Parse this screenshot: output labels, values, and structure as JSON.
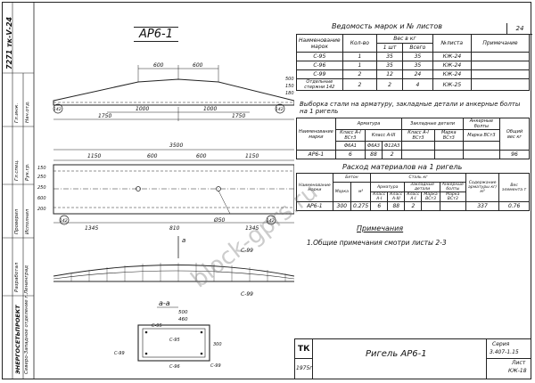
{
  "sheet": {
    "drawing_title": "АР6-1",
    "sheet_number": "24",
    "series_stamp": "7271 тк-Ⅴ-24",
    "sheet_caption": "Ригель АР6-1",
    "tk_label": "ТК",
    "year": "1975г",
    "series_label": "Серия",
    "series_value": "3.407-1.15",
    "sheet_label": "Лист",
    "sheet_value": "КЖ-18"
  },
  "elevation": {
    "dims_top": [
      "600",
      "600"
    ],
    "dims_mid": [
      "1000",
      "1000"
    ],
    "dims_bottom": [
      "1750",
      "1750"
    ],
    "side_dims": [
      "500",
      "150",
      "180"
    ],
    "markers": [
      "142",
      "142"
    ]
  },
  "plan": {
    "overall": "3500",
    "dims_a": [
      "1150",
      "600",
      "600",
      "1150"
    ],
    "dims_b": [
      "1345",
      "810",
      "1345"
    ],
    "side_dims": [
      "150",
      "250",
      "250",
      "600",
      "200"
    ],
    "hole_label": "Ø50",
    "markers": [
      "142",
      "142"
    ],
    "section_mark": "а"
  },
  "bars": {
    "labels": [
      "С-99",
      "С-99"
    ]
  },
  "section": {
    "title": "а-а",
    "width": "500",
    "inner": "460",
    "height": "300",
    "labels": [
      "С-95",
      "С-95",
      "С-96",
      "С-99",
      "С-99"
    ]
  },
  "marks_table": {
    "title": "Ведомость марок и № листов",
    "headers": [
      "Наименование марок",
      "Кол-во",
      "Вес в кг",
      "1 шт",
      "Всего",
      "№листа",
      "Примечание"
    ],
    "rows": [
      [
        "С-95",
        "1",
        "35",
        "35",
        "КЖ-24",
        ""
      ],
      [
        "С-96",
        "1",
        "35",
        "35",
        "КЖ-24",
        ""
      ],
      [
        "С-99",
        "2",
        "12",
        "24",
        "КЖ-24",
        ""
      ],
      [
        "Отдельные стержни 142",
        "2",
        "2",
        "4",
        "КЖ-25",
        ""
      ]
    ]
  },
  "steel_table": {
    "title": "Выборка стали на арматуру, закладные детали и анкерные болты на 1 ригель",
    "headers": [
      "Наименование марки",
      "Арматура",
      "Класс А-I ВСт3",
      "Класс А-III",
      "Закладные детали",
      "Класс А-I ВСт3",
      "Марка ВСт3",
      "Анкерные болты",
      "Марка ВСт3",
      "Общий вес кг"
    ],
    "subheaders": [
      "Ф6А1",
      "Ф6А3",
      "Ф12А3"
    ],
    "rows": [
      [
        "АР6-1",
        "6",
        "88",
        "2",
        "",
        "",
        "",
        "96"
      ]
    ]
  },
  "materials_table": {
    "title": "Расход материалов на 1 ригель",
    "headers": [
      "Наименование марки",
      "Бетон",
      "Сталь кг",
      "Арматура",
      "Закладные детали",
      "Анкерные болты",
      "Содержание арматуры кг/м³",
      "Вес элемента т"
    ],
    "subheaders": [
      "Марка",
      "м³",
      "Класс А-I",
      "Класс А-III",
      "Класс А-I",
      "Марка ВСт3",
      "Марка ВСт3"
    ],
    "rows": [
      [
        "АР6-1",
        "300",
        "0.275",
        "6",
        "88",
        "2",
        "",
        "",
        "337",
        "0.76"
      ]
    ]
  },
  "notes": {
    "title": "Примечания",
    "items": [
      "1.Общие примечания смотри листы 2-3"
    ]
  },
  "side_stamp": {
    "company": "ЭНЕРГОСЕТЬПРОЕКТ",
    "branch": "Северо-Западное отделение г.Ленинград",
    "cells": [
      "Гл.инж.",
      "Нач.отд.",
      "Гл.спец.",
      "Рук.гр.",
      "Проверил",
      "Исполнил",
      "Разработал"
    ]
  },
  "watermark": "block-gprs.ru"
}
